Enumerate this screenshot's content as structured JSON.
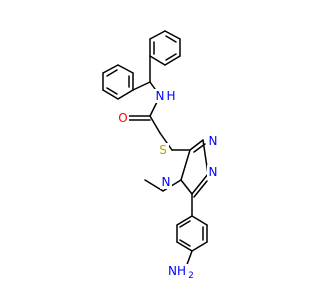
{
  "structure": {
    "colors": {
      "bond": "#000000",
      "nitrogen": "#0000ff",
      "oxygen": "#ff0000",
      "sulfur": "#b5a700"
    },
    "atoms": {
      "amide_n": "N",
      "amide_h": "H",
      "carbonyl_o": "O",
      "thioether_s": "S",
      "triazole_n1": "N",
      "triazole_n2": "N",
      "triazole_n4": "N",
      "amine": "NH",
      "amine_sub": "2"
    }
  }
}
